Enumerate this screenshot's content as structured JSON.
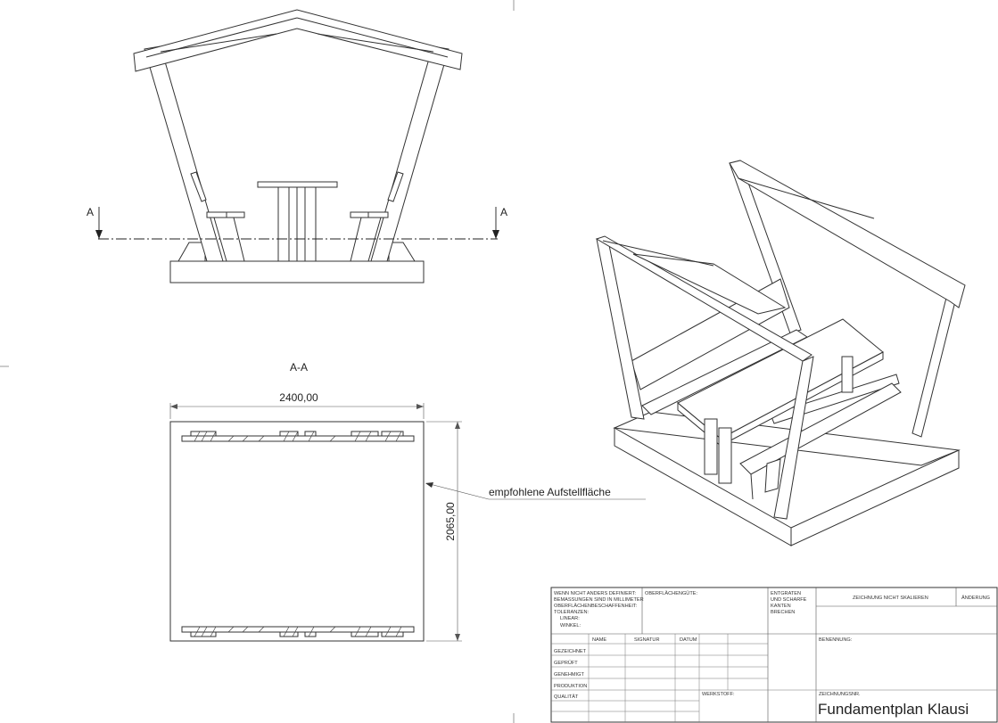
{
  "drawing": {
    "front_view": {
      "section_marker_left": "A",
      "section_marker_right": "A"
    },
    "section_view": {
      "title": "A-A",
      "width_dimension": "2400,00",
      "height_dimension": "2065,00",
      "annotation": "empfohlene Aufstellfläche"
    }
  },
  "title_block": {
    "general_notes": [
      "WENN NICHT ANDERS DEFINIERT:",
      "BEMASSUNGEN SIND IN MILLIMETER",
      "OBERFLÄCHENBESCHAFFENHEIT:",
      "TOLERANZEN:",
      "LINEAR:",
      "WINKEL:"
    ],
    "surface_quality": "OBERFLÄCHENGÜTE:",
    "deburr_note": [
      "ENTGRATEN",
      "UND SCHARFE",
      "KANTEN",
      "BRECHEN"
    ],
    "do_not_scale": "ZEICHNUNG NICHT SKALIEREN",
    "revision": "ÄNDERUNG",
    "columns": {
      "name": "NAME",
      "signature": "SIGNATUR",
      "date": "DATUM"
    },
    "rows": [
      "GEZEICHNET",
      "GEPRÜFT",
      "GENEHMIGT",
      "PRODUKTION",
      "QUALITÄT"
    ],
    "material": "WERKSTOFF:",
    "designation": "BENENNUNG:",
    "drawing_number_label": "ZEICHNUNGSNR.",
    "drawing_number": "Fundamentplan Klausi"
  }
}
